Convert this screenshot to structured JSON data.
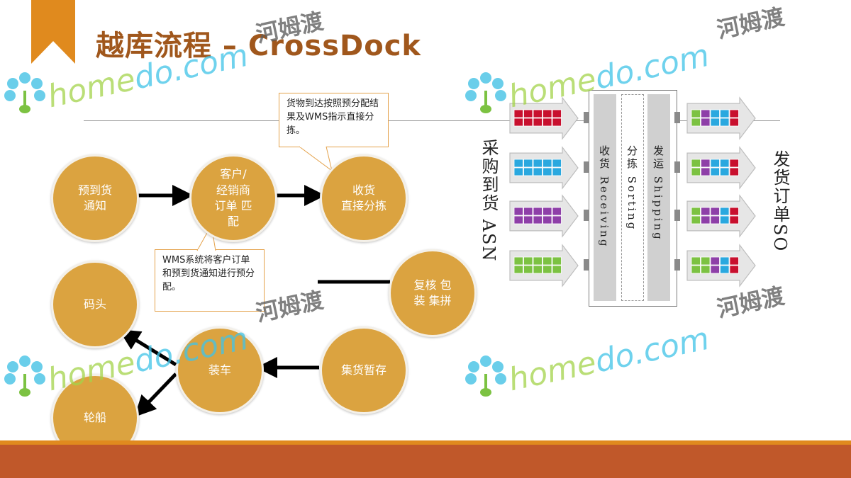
{
  "slide": {
    "title": "越库流程 – CrossDock"
  },
  "flow": {
    "nodes": {
      "advance_notice": "预到货\n通知",
      "order_match": "客户/\n经销商\n订单 匹\n配",
      "receive_sort": "收货\n直接分拣",
      "recheck_pack": "复核 包\n装 集拼",
      "staging": "集货暂存",
      "loading": "装车",
      "dock": "码头",
      "ship": "轮船"
    },
    "notes": {
      "arrival": "货物到达按照预分配结果及WMS指示直接分拣。",
      "wms": "WMS系统将客户订单和预到货通知进行预分配。"
    }
  },
  "diagram": {
    "left_label": "采购到货 ASN",
    "right_label": "发货订单SO",
    "stages": {
      "receiving": "收货 Receiving",
      "sorting": "分拣 Sorting",
      "shipping": "发运 Shipping"
    },
    "inbound_rows": [
      {
        "color": "#c8102e"
      },
      {
        "color": "#2aa8df"
      },
      {
        "color": "#8e3fa8"
      },
      {
        "color": "#7cc242"
      }
    ],
    "outbound_rows": [
      {
        "colors": [
          "#7cc242",
          "#8e3fa8",
          "#2aa8df",
          "#2aa8df",
          "#c8102e"
        ]
      },
      {
        "colors": [
          "#7cc242",
          "#8e3fa8",
          "#2aa8df",
          "#2aa8df",
          "#c8102e"
        ]
      },
      {
        "colors": [
          "#7cc242",
          "#8e3fa8",
          "#8e3fa8",
          "#2aa8df",
          "#c8102e"
        ]
      },
      {
        "colors": [
          "#7cc242",
          "#7cc242",
          "#8e3fa8",
          "#2aa8df",
          "#c8102e"
        ]
      }
    ]
  },
  "watermark": {
    "latin_a": "home",
    "latin_b": "do",
    "latin_c": ".com",
    "chinese": "河姆渡"
  },
  "colors": {
    "accent": "#e08a1e",
    "title": "#a0571c",
    "circle": "#dba340",
    "footer": "#c0582a"
  }
}
